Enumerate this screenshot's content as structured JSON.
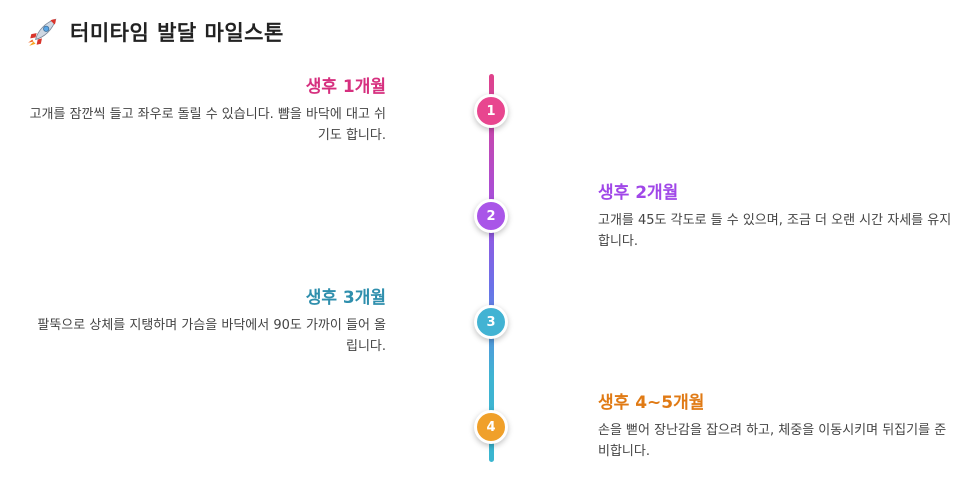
{
  "header": {
    "icon": "rocket-icon",
    "title": "터미타임 발달 마일스톤"
  },
  "milestones": [
    {
      "number": "1",
      "title": "생후 1개월",
      "description": "고개를 잠깐씩 들고 좌우로 돌릴 수 있습니다. 뺨을 바닥에 대고 쉬기도 합니다.",
      "side": "left",
      "color": "#d6307f"
    },
    {
      "number": "2",
      "title": "생후 2개월",
      "description": "고개를 45도 각도로 들 수 있으며, 조금 더 오랜 시간 자세를 유지합니다.",
      "side": "right",
      "color": "#a047e8"
    },
    {
      "number": "3",
      "title": "생후 3개월",
      "description": "팔뚝으로 상체를 지탱하며 가슴을 바닥에서 90도 가까이 들어 올립니다.",
      "side": "left",
      "color": "#2f8fad"
    },
    {
      "number": "4",
      "title": "생후 4~5개월",
      "description": "손을 뻗어 장난감을 잡으려 하고, 체중을 이동시키며 뒤집기를 준비합니다.",
      "side": "right",
      "color": "#e07a14"
    }
  ],
  "colors": {
    "node1": "#e8468f",
    "node2": "#a955e8",
    "node3": "#42b3d3",
    "node4": "#f0a02a"
  }
}
